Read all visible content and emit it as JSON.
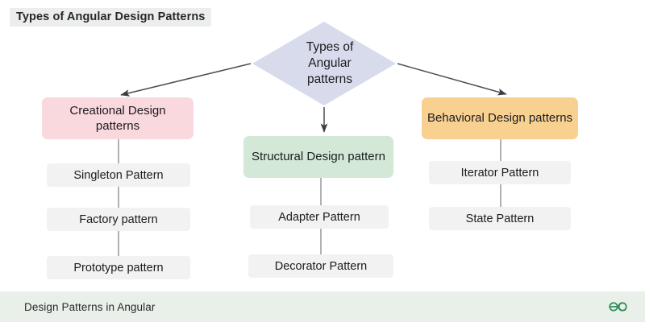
{
  "header": {
    "title": "Types of Angular Design Patterns"
  },
  "root": {
    "label_lines": [
      "Types of",
      "Angular",
      "patterns"
    ],
    "line1": "Types of",
    "line2": "Angular",
    "line3": "patterns",
    "shape": "diamond",
    "color": "#d7dbec"
  },
  "branches": [
    {
      "id": "creational",
      "label": "Creational Design patterns",
      "color": "#f9d8de",
      "children": [
        {
          "label": "Singleton Pattern"
        },
        {
          "label": "Factory pattern"
        },
        {
          "label": "Prototype pattern"
        }
      ]
    },
    {
      "id": "structural",
      "label": "Structural Design pattern",
      "color": "#d4e8d7",
      "children": [
        {
          "label": "Adapter Pattern"
        },
        {
          "label": "Decorator Pattern"
        }
      ]
    },
    {
      "id": "behavioral",
      "label": "Behavioral Design patterns",
      "color": "#f8d191",
      "children": [
        {
          "label": "Iterator Pattern"
        },
        {
          "label": "State Pattern"
        }
      ]
    }
  ],
  "footer": {
    "text": "Design Patterns in Angular",
    "logo_name": "geeksforgeeks-logo",
    "logo_color": "#2f8d58"
  },
  "theme": {
    "background": "#ffffff",
    "title_band": "#eceeec",
    "leaf_box": "#f2f2f2",
    "connector": "#555a60",
    "footer_band": "#e9efe9"
  }
}
